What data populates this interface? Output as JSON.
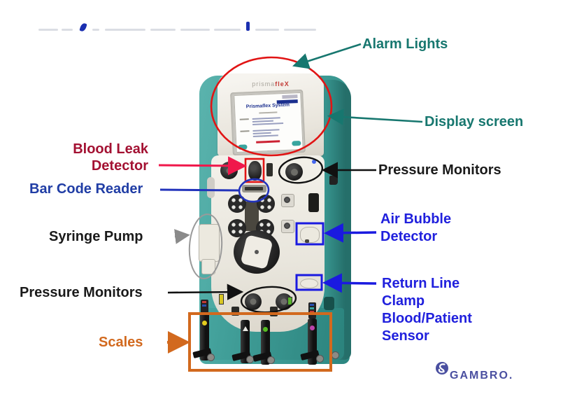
{
  "page": {
    "background": "#FFFFFF"
  },
  "colors": {
    "teal_label": "#17776F",
    "dark_red_label": "#A31132",
    "navy_label": "#203DA5",
    "blue_label": "#2020DD",
    "black_label": "#1A1A1A",
    "orange_label": "#D2691E",
    "annotation_red_ellipse": "#E11414",
    "annotation_pink_red_arrow": "#F0184B",
    "annotation_blue_rect": "#1A1AE0",
    "annotation_navy_ellipse": "#2233BB",
    "annotation_grey": "#999999",
    "annotation_black": "#111111",
    "annotation_orange": "#D2691E",
    "machine_teal": "#41A49E",
    "machine_panel_cream": "#EFECE5",
    "logo_blue": "#4A4FA0",
    "scale_dot_yellow": "#E3CD1E",
    "scale_dot_green": "#55BB22",
    "scale_dot_magenta": "#BB44AA"
  },
  "callouts": {
    "alarm_lights": "Alarm Lights",
    "display_screen": "Display screen",
    "blood_leak_line1": "Blood Leak",
    "blood_leak_line2": "Detector",
    "bar_code_reader": "Bar Code Reader",
    "syringe_pump": "Syringe Pump",
    "pressure_monitors_left": "Pressure Monitors",
    "pressure_monitors_right": "Pressure Monitors",
    "air_bubble_line1": "Air Bubble",
    "air_bubble_line2": "Detector",
    "return_line_line1": "Return Line",
    "return_line_line2": "Clamp",
    "return_line_line3": "Blood/Patient",
    "return_line_line4": "Sensor",
    "scales": "Scales"
  },
  "machine": {
    "brand_prefix": "prisma",
    "brand_suffix": "fleX",
    "screen_title": "Prismaflex System"
  },
  "logo": {
    "text": "GAMBRO."
  }
}
